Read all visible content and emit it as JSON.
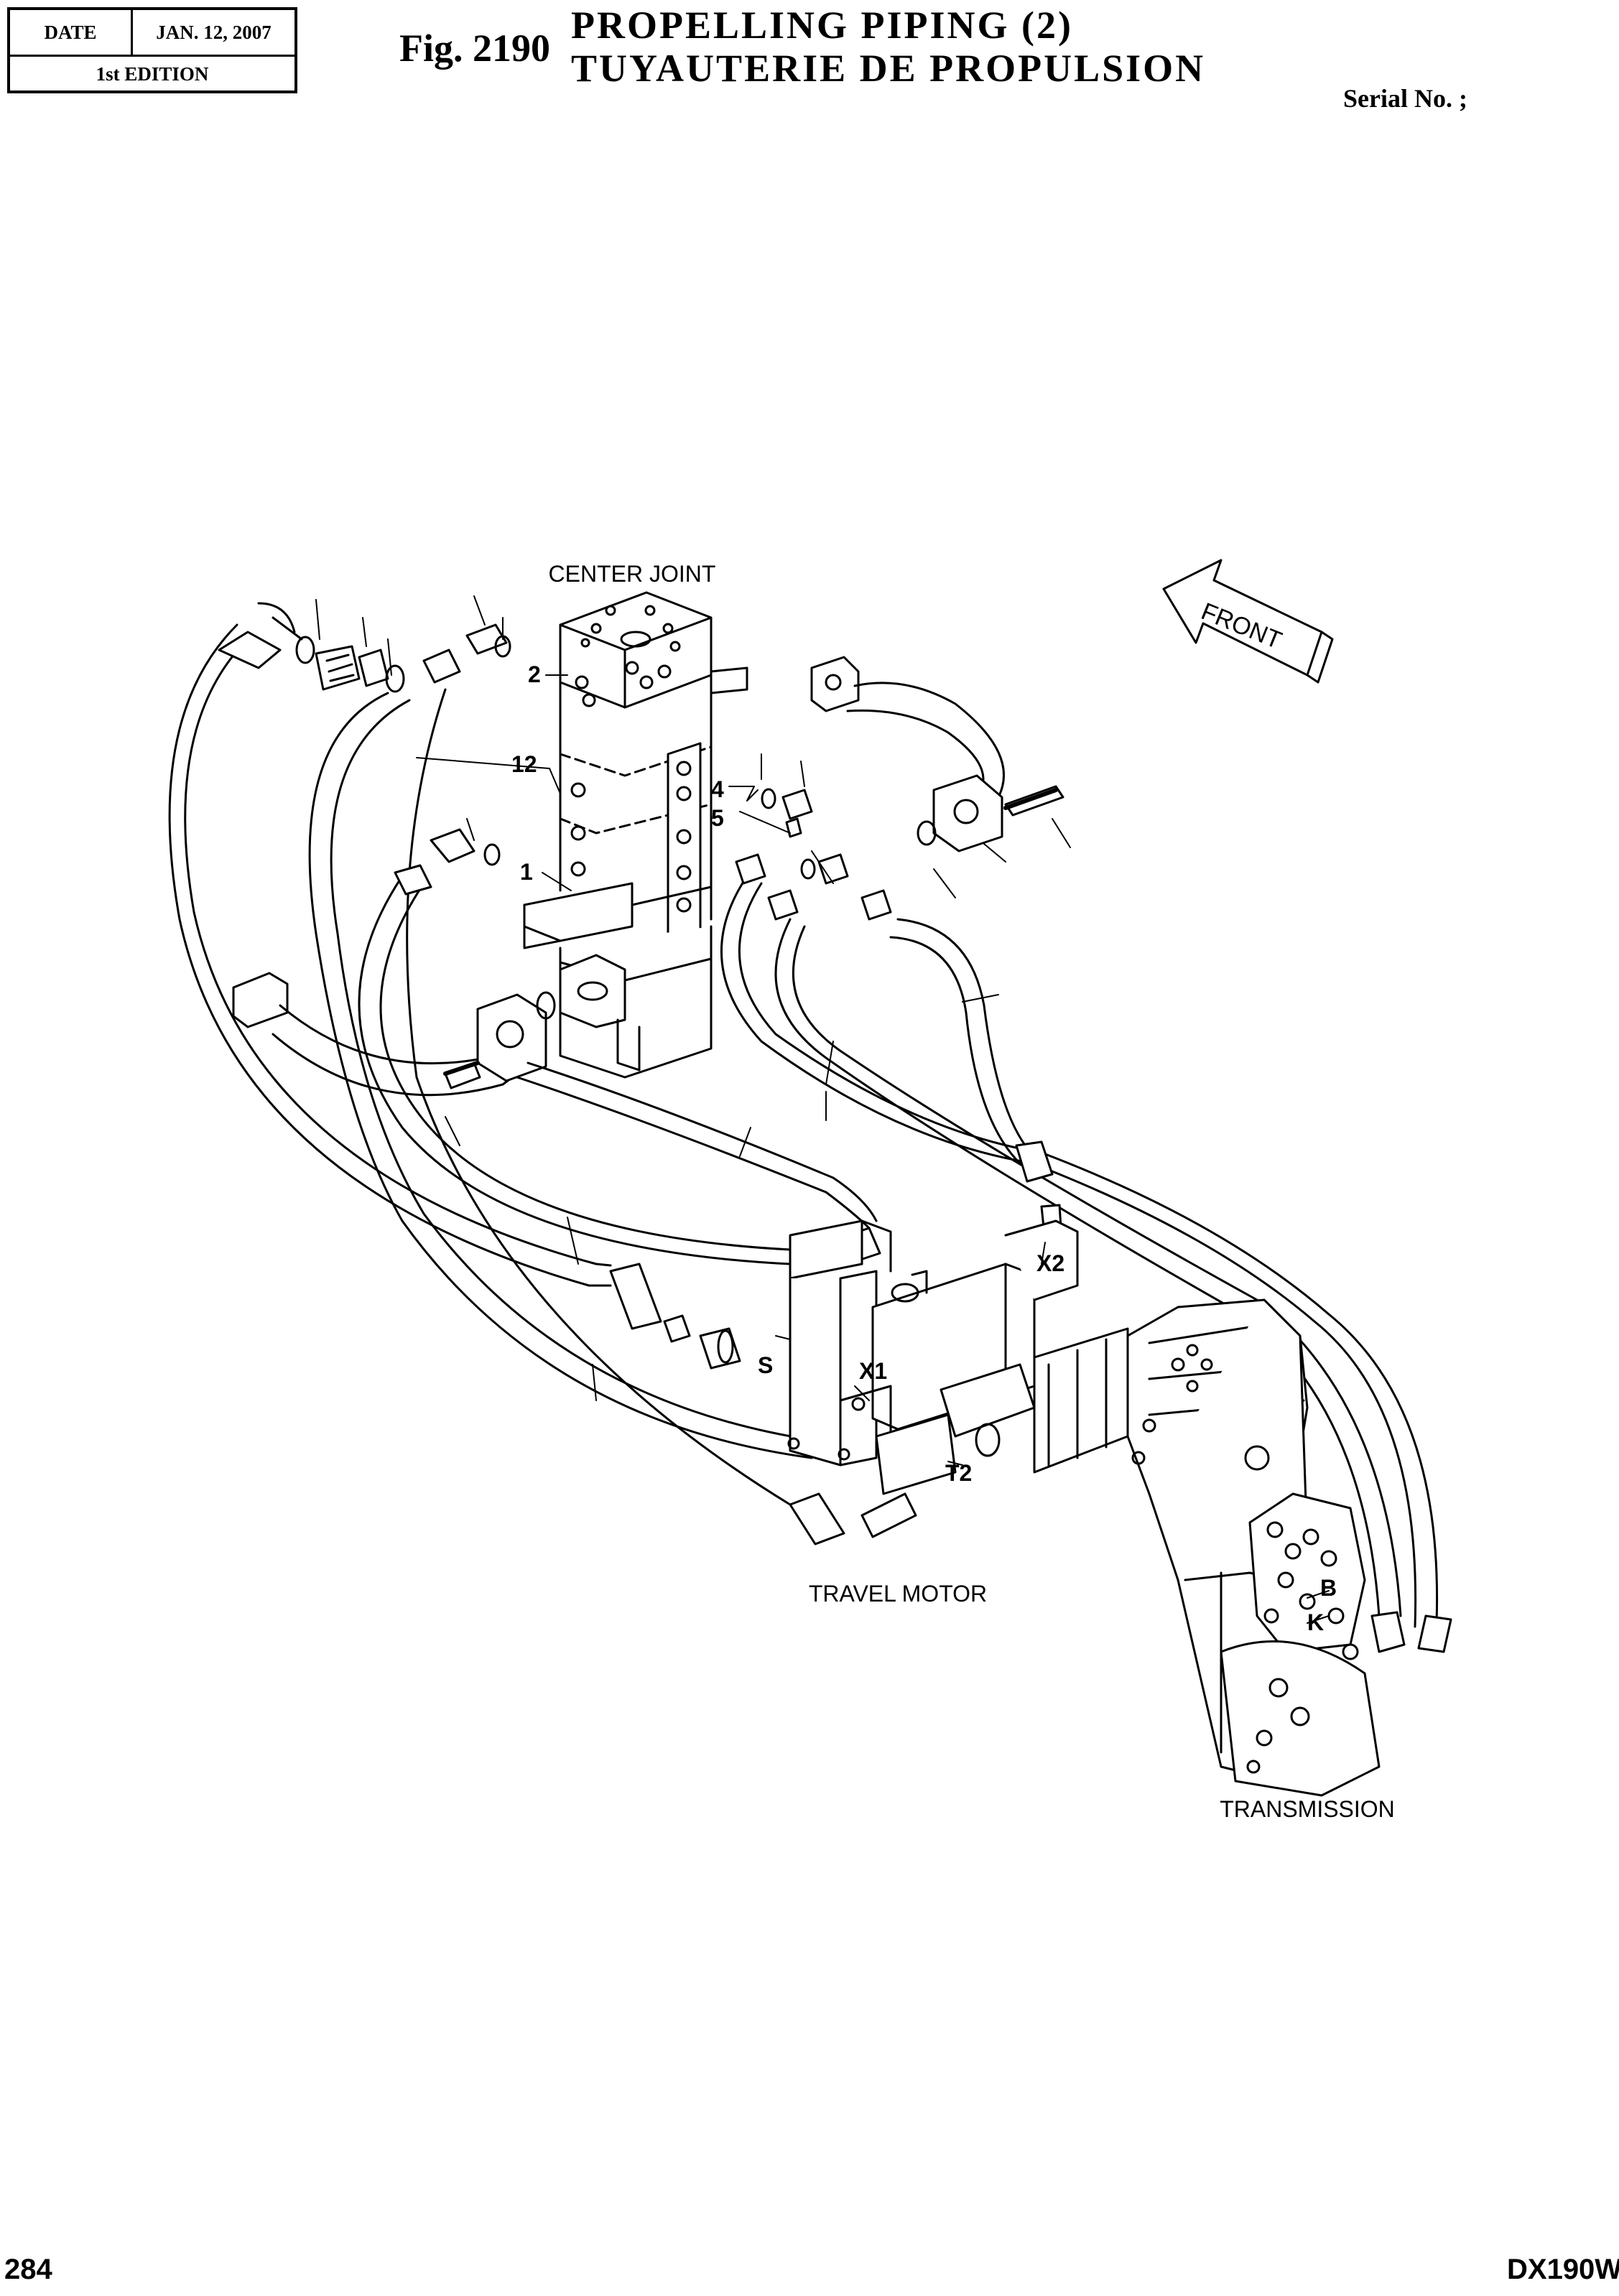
{
  "header": {
    "date_label": "DATE",
    "date_value": "JAN. 12, 2007",
    "edition": "1st EDITION",
    "fig_number": "Fig. 2190",
    "title_en": "PROPELLING PIPING (2)",
    "title_fr": "TUYAUTERIE DE PROPULSION",
    "serial_label": "Serial No. ;"
  },
  "diagram": {
    "component_labels": {
      "center_joint": "CENTER JOINT",
      "travel_motor": "TRAVEL MOTOR",
      "transmission": "TRANSMISSION",
      "front": "FRONT"
    },
    "callouts": [
      "2",
      "12",
      "4",
      "5",
      "1"
    ],
    "port_labels": [
      "X2",
      "X1",
      "S",
      "T2",
      "B",
      "K"
    ]
  },
  "footer": {
    "page_number": "284",
    "model": "DX190W"
  }
}
